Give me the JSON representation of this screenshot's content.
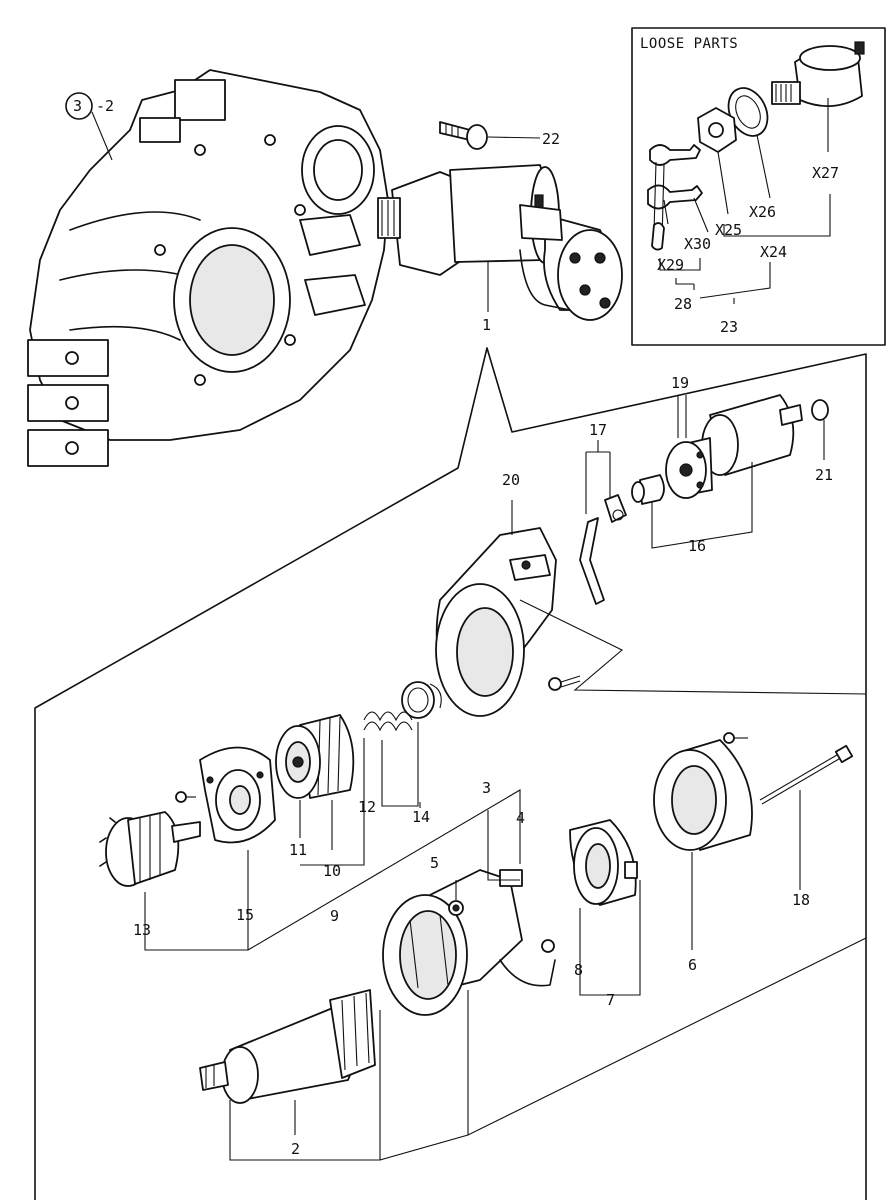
{
  "loose_parts": {
    "title": "LOOSE PARTS"
  },
  "reference": {
    "circled": "3",
    "suffix": "-2"
  },
  "callouts": [
    {
      "id": "c1",
      "text": "1"
    },
    {
      "id": "c2",
      "text": "2"
    },
    {
      "id": "c3",
      "text": "3"
    },
    {
      "id": "c4",
      "text": "4"
    },
    {
      "id": "c5",
      "text": "5"
    },
    {
      "id": "c6",
      "text": "6"
    },
    {
      "id": "c7",
      "text": "7"
    },
    {
      "id": "c8",
      "text": "8"
    },
    {
      "id": "c9",
      "text": "9"
    },
    {
      "id": "c10",
      "text": "10"
    },
    {
      "id": "c11",
      "text": "11"
    },
    {
      "id": "c12",
      "text": "12"
    },
    {
      "id": "c13",
      "text": "13"
    },
    {
      "id": "c14",
      "text": "14"
    },
    {
      "id": "c15",
      "text": "15"
    },
    {
      "id": "c16",
      "text": "16"
    },
    {
      "id": "c17",
      "text": "17"
    },
    {
      "id": "c18",
      "text": "18"
    },
    {
      "id": "c19",
      "text": "19"
    },
    {
      "id": "c20",
      "text": "20"
    },
    {
      "id": "c21",
      "text": "21"
    },
    {
      "id": "c22",
      "text": "22"
    },
    {
      "id": "c23",
      "text": "23"
    },
    {
      "id": "c24",
      "text": "X24"
    },
    {
      "id": "c25",
      "text": "X25"
    },
    {
      "id": "c26",
      "text": "X26"
    },
    {
      "id": "c27",
      "text": "X27"
    },
    {
      "id": "c28",
      "text": "28"
    },
    {
      "id": "c29",
      "text": "X29"
    },
    {
      "id": "c30",
      "text": "X30"
    }
  ]
}
